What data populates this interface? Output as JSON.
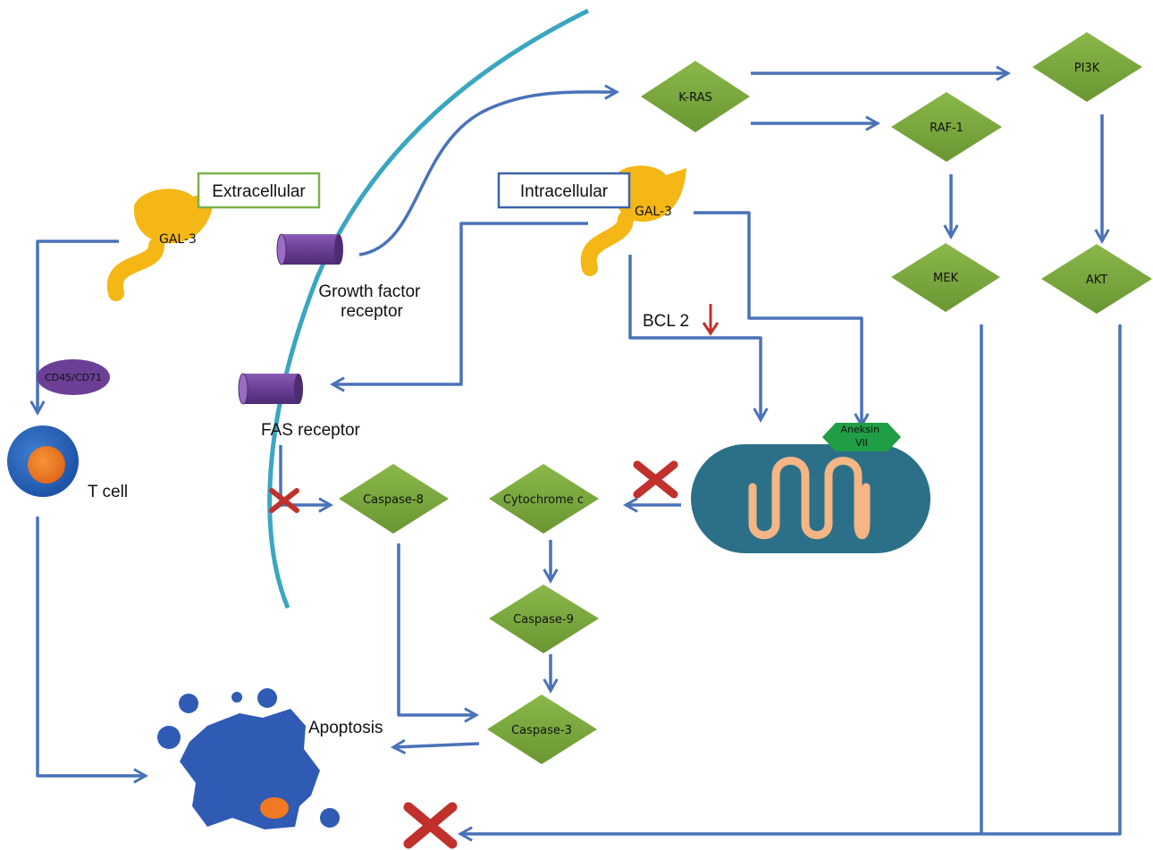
{
  "labels": {
    "extracellular": "Extracellular",
    "intracellular": "Intracellular",
    "gal3_outer": "GAL-3",
    "gal3_inner": "GAL-3",
    "growth_factor_receptor_line1": "Growth factor",
    "growth_factor_receptor_line2": "receptor",
    "fas_receptor": "FAS receptor",
    "cd45_cd71": "CD45/CD71",
    "t_cell": "T cell",
    "bcl2": "BCL 2",
    "apoptosis": "Apoptosis",
    "aneksin_line1": "Aneksin",
    "aneksin_line2": "VII"
  },
  "nodes": {
    "kras": "K-RAS",
    "pi3k": "PI3K",
    "raf1": "RAF-1",
    "mek": "MEK",
    "akt": "AKT",
    "caspase8": "Caspase-8",
    "cytochrome_c": "Cytochrome c",
    "caspase9": "Caspase-9",
    "caspase3": "Caspase-3"
  },
  "colors": {
    "arrow": "#4a72b8",
    "node_green": "#7aa33a",
    "membrane": "#3aa6c0",
    "receptor": "#6a3f95",
    "galectin": "#f5b716",
    "mitochondrion": "#2b7088",
    "cristae": "#f6b585",
    "aneksin": "#1f9e45",
    "inhibit_x": "#c0312b",
    "apoptotic_cell": "#2f5bb5",
    "nucleus": "#ef7a22",
    "extracellular_box": "#7ab24a",
    "intracellular_box": "#3c64aa"
  }
}
